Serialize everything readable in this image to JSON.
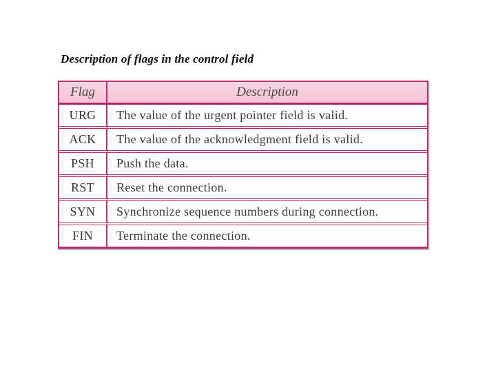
{
  "slide": {
    "title": "Description of flags in the control field"
  },
  "table": {
    "headers": {
      "flag": "Flag",
      "description": "Description"
    },
    "rows": [
      {
        "flag": "URG",
        "description": "The value of the urgent pointer field is valid."
      },
      {
        "flag": "ACK",
        "description": "The value of the acknowledgment field is valid."
      },
      {
        "flag": "PSH",
        "description": "Push the data."
      },
      {
        "flag": "RST",
        "description": "Reset the connection."
      },
      {
        "flag": "SYN",
        "description": "Synchronize sequence numbers during connection."
      },
      {
        "flag": "FIN",
        "description": "Terminate the connection."
      }
    ]
  },
  "colors": {
    "background": "#ffffff",
    "table_border": "#bb2b72",
    "header_background": "#f6cbdc",
    "header_text": "#474747",
    "body_text": "#3c3c3c",
    "title_text": "#0a0a0a"
  }
}
